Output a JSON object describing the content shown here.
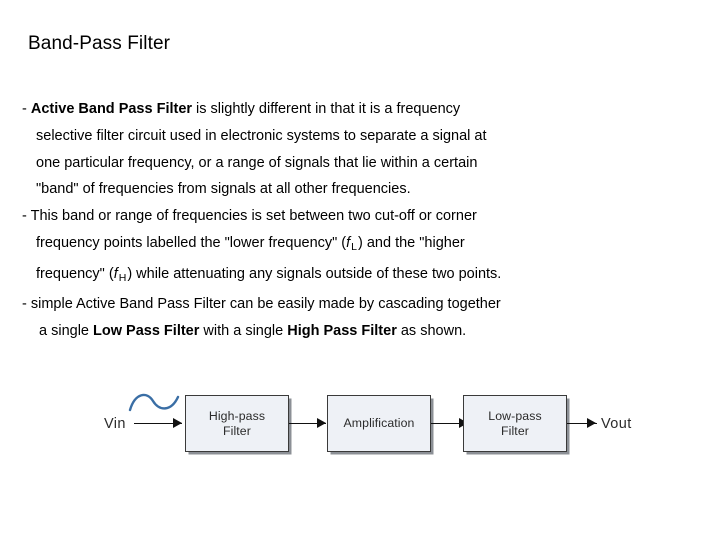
{
  "slide": {
    "title": "Band-Pass Filter",
    "background_color": "#ffffff",
    "text_color": "#000000"
  },
  "body": {
    "lines": [
      {
        "id": "l1",
        "indent": "ind0",
        "text": "- Active Band Pass Filter is slightly different in that it is a frequency",
        "bold_segment": "Active Band Pass Filter"
      },
      {
        "id": "l2",
        "indent": "ind1",
        "text": "selective filter circuit used in electronic systems to separate a signal at"
      },
      {
        "id": "l3",
        "indent": "ind1",
        "text": "one particular frequency, or a range of signals that lie within a certain"
      },
      {
        "id": "l4",
        "indent": "ind1",
        "text": "\"band\" of frequencies from signals at all other frequencies."
      },
      {
        "id": "l5",
        "indent": "ind0",
        "text": "- This band or range of frequencies is set between two cut-off or corner"
      },
      {
        "id": "l6",
        "indent": "ind1",
        "text_a": "frequency points labelled the \"lower frequency\" (",
        "italic_f": "f",
        "subscript": "L",
        "text_b": ") and the \"higher"
      },
      {
        "id": "l7",
        "indent": "ind1",
        "text_a": "frequency\" (",
        "italic_f": "f",
        "subscript": "H",
        "text_b": ") while attenuating any signals outside of these two points."
      },
      {
        "id": "l8",
        "indent": "ind0",
        "text": "- simple Active Band Pass Filter can be easily made by cascading together"
      },
      {
        "id": "l9",
        "indent": "ind2",
        "text_a": "a single ",
        "bold_a": "Low Pass Filter",
        "text_b": " with a single ",
        "bold_b": "High Pass Filter",
        "text_c": " as shown."
      }
    ]
  },
  "diagram": {
    "input_label": "Vin",
    "output_label": "Vout",
    "wave_color": "#3a6ea5",
    "block_fill": "#eef1f6",
    "block_border": "#3a3a3a",
    "blocks": [
      {
        "id": "high-pass",
        "line1": "High-pass",
        "line2": "Filter"
      },
      {
        "id": "amplification",
        "line1": "Amplification",
        "line2": ""
      },
      {
        "id": "low-pass",
        "line1": "Low-pass",
        "line2": "Filter"
      }
    ]
  }
}
